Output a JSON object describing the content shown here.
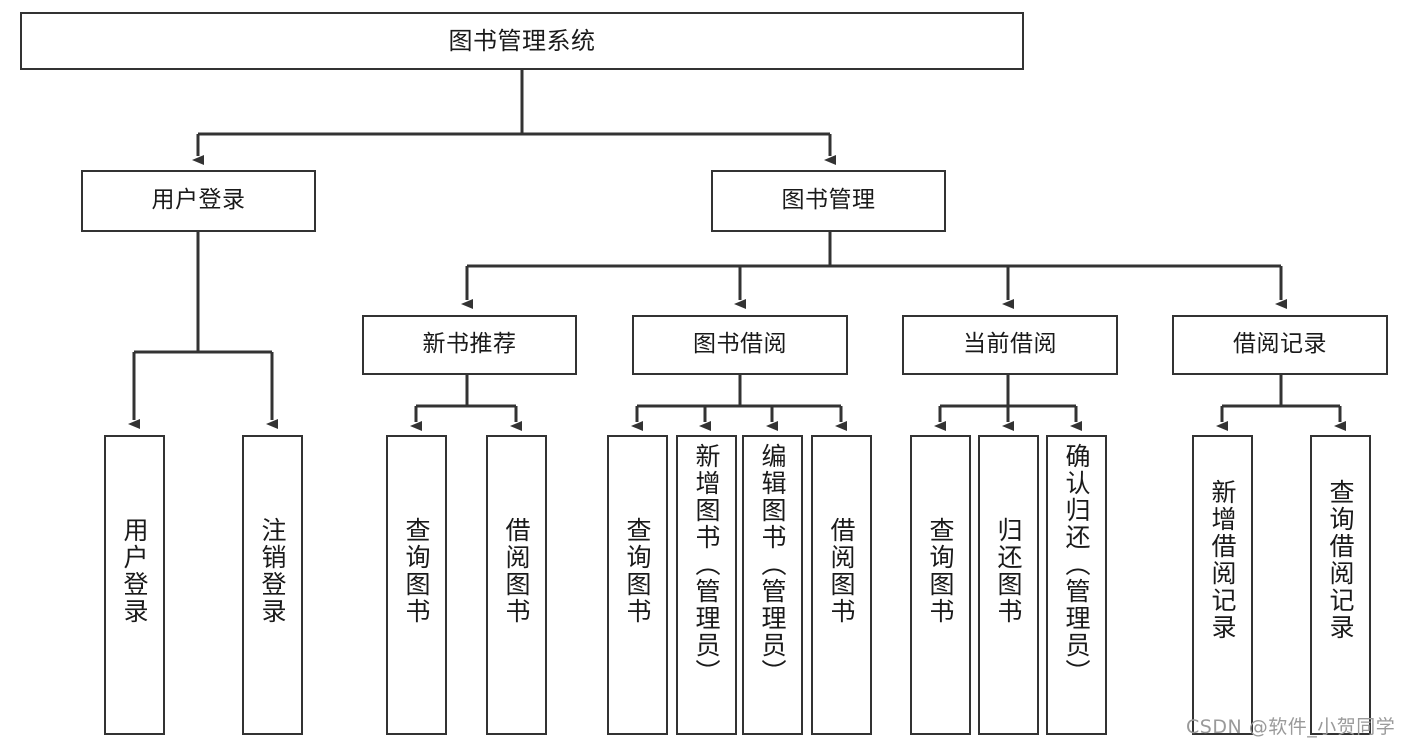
{
  "diagram": {
    "title": "图书管理系统",
    "type": "tree-hierarchy",
    "orientation": "top-down",
    "line_color": "#333333",
    "box_fill": "#ffffff",
    "text_color": "#1a1a1a",
    "nodes": {
      "root": {
        "label": "图书管理系统",
        "level": 1,
        "text_orientation": "horizontal"
      },
      "l2_1": {
        "label": "用户登录",
        "level": 2,
        "text_orientation": "horizontal"
      },
      "l2_2": {
        "label": "图书管理",
        "level": 2,
        "text_orientation": "horizontal"
      },
      "l3_1": {
        "label": "新书推荐",
        "level": 3,
        "text_orientation": "horizontal"
      },
      "l3_2": {
        "label": "图书借阅",
        "level": 3,
        "text_orientation": "horizontal"
      },
      "l3_3": {
        "label": "当前借阅",
        "level": 3,
        "text_orientation": "horizontal"
      },
      "l3_4": {
        "label": "借阅记录",
        "level": 3,
        "text_orientation": "horizontal"
      },
      "leaf_1": {
        "label": "用户登录",
        "level": 4,
        "text_orientation": "vertical"
      },
      "leaf_2": {
        "label": "注销登录",
        "level": 4,
        "text_orientation": "vertical"
      },
      "leaf_3": {
        "label": "查询图书",
        "level": 4,
        "text_orientation": "vertical"
      },
      "leaf_4": {
        "label": "借阅图书",
        "level": 4,
        "text_orientation": "vertical"
      },
      "leaf_5": {
        "label": "查询图书",
        "level": 4,
        "text_orientation": "vertical"
      },
      "leaf_6": {
        "label": "新增图书（管理员）",
        "level": 4,
        "text_orientation": "vertical"
      },
      "leaf_7": {
        "label": "编辑图书（管理员）",
        "level": 4,
        "text_orientation": "vertical"
      },
      "leaf_8": {
        "label": "借阅图书",
        "level": 4,
        "text_orientation": "vertical"
      },
      "leaf_9": {
        "label": "查询图书",
        "level": 4,
        "text_orientation": "vertical"
      },
      "leaf_10": {
        "label": "归还图书",
        "level": 4,
        "text_orientation": "vertical"
      },
      "leaf_11": {
        "label": "确认归还（管理员）",
        "level": 4,
        "text_orientation": "vertical"
      },
      "leaf_12": {
        "label": "新增借阅记录",
        "level": 4,
        "text_orientation": "vertical"
      },
      "leaf_13": {
        "label": "查询借阅记录",
        "level": 4,
        "text_orientation": "vertical"
      }
    },
    "edges": [
      {
        "from": "root",
        "to": "l2_1"
      },
      {
        "from": "root",
        "to": "l2_2"
      },
      {
        "from": "l2_2",
        "to": "l3_1"
      },
      {
        "from": "l2_2",
        "to": "l3_2"
      },
      {
        "from": "l2_2",
        "to": "l3_3"
      },
      {
        "from": "l2_2",
        "to": "l3_4"
      },
      {
        "from": "l2_1",
        "to": "leaf_1"
      },
      {
        "from": "l2_1",
        "to": "leaf_2"
      },
      {
        "from": "l3_1",
        "to": "leaf_3"
      },
      {
        "from": "l3_1",
        "to": "leaf_4"
      },
      {
        "from": "l3_2",
        "to": "leaf_5"
      },
      {
        "from": "l3_2",
        "to": "leaf_6"
      },
      {
        "from": "l3_2",
        "to": "leaf_7"
      },
      {
        "from": "l3_2",
        "to": "leaf_8"
      },
      {
        "from": "l3_3",
        "to": "leaf_9"
      },
      {
        "from": "l3_3",
        "to": "leaf_10"
      },
      {
        "from": "l3_3",
        "to": "leaf_11"
      },
      {
        "from": "l3_4",
        "to": "leaf_12"
      },
      {
        "from": "l3_4",
        "to": "leaf_13"
      }
    ]
  },
  "watermark": {
    "text": "CSDN @软件_小贺同学"
  }
}
